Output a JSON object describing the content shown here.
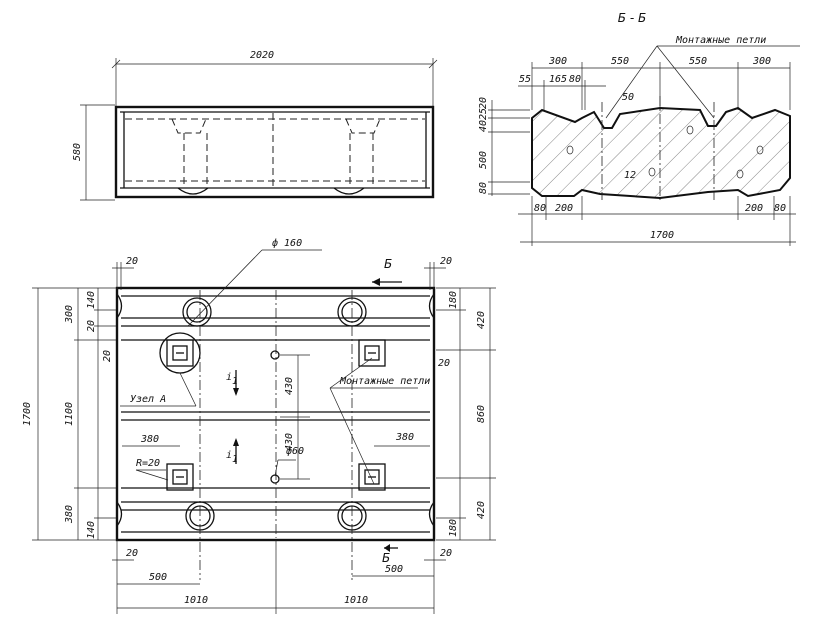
{
  "section_title": "Б - Б",
  "top_view": {
    "width_dim": "2020",
    "height_dim": "580"
  },
  "section": {
    "loops_label": "Монтажные петли",
    "dims_top": [
      "300",
      "550",
      "550",
      "300"
    ],
    "dims_top2": [
      "55",
      "165",
      "80"
    ],
    "dims_left": [
      "20",
      "25",
      "40",
      "500",
      "80"
    ],
    "angle": "50",
    "rebar": "12",
    "dims_bottom_left": [
      "80",
      "200"
    ],
    "dims_bottom_right": [
      "200",
      "80"
    ],
    "total": "1700"
  },
  "plan": {
    "hole_label": "ф 160",
    "section_mark": "Б",
    "node_label": "Узел А",
    "loops_label": "Монтажные петли",
    "small_hole": "ф60",
    "axis_label": "i",
    "axis_sub": "1",
    "radius": "R=20",
    "dims_top": [
      "20",
      "20"
    ],
    "left_total": "1700",
    "left_dims": [
      "300",
      "140",
      "20",
      "20",
      "1100",
      "380",
      "140"
    ],
    "right_dims": [
      "180",
      "420",
      "20",
      "860",
      "420",
      "180"
    ],
    "center_dims": [
      "430",
      "430"
    ],
    "loop_offsets": [
      "380",
      "380"
    ],
    "bottom_small": [
      "20",
      "20"
    ],
    "bottom_dims": [
      "500",
      "500"
    ],
    "bottom_total": [
      "1010",
      "1010"
    ]
  }
}
